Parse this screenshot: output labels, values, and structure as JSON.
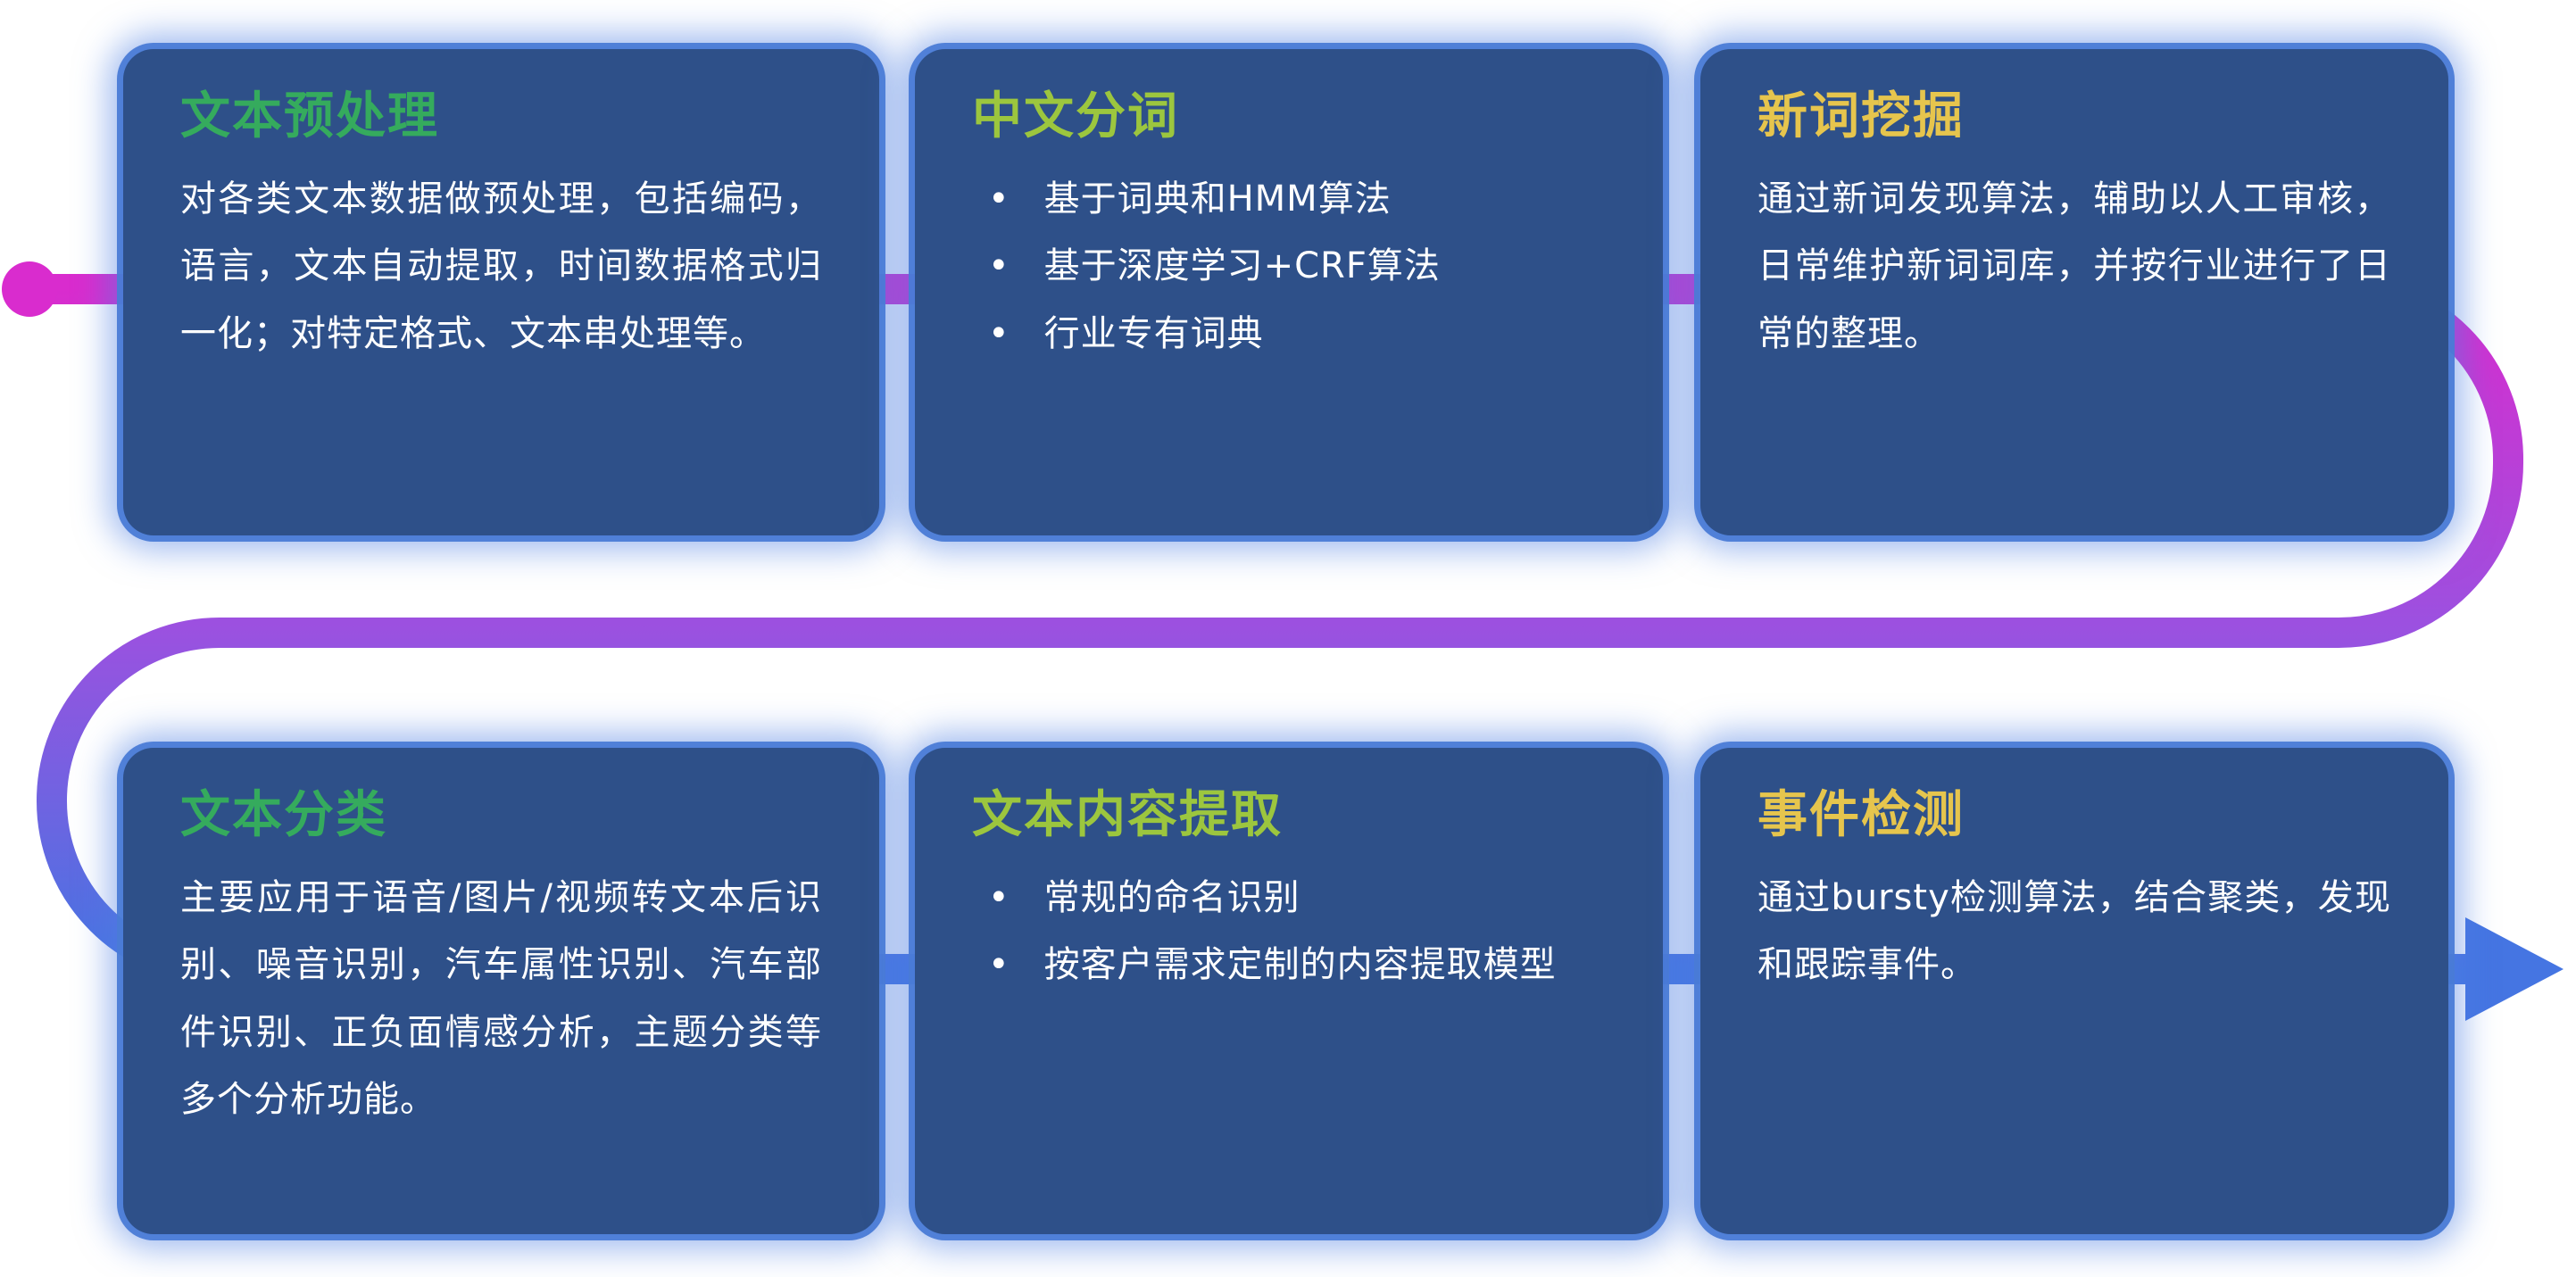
{
  "cards": [
    {
      "id": "text-preprocessing",
      "title": "文本预处理",
      "title_color": "#35ab5d",
      "body": "对各类文本数据做预处理，包括编码，语言，文本自动提取，时间数据格式归一化；对特定格式、文本串处理等。",
      "bullets": []
    },
    {
      "id": "chinese-word-segmentation",
      "title": "中文分词",
      "title_color": "#9cc63e",
      "body": "",
      "bullets": [
        "基于词典和HMM算法",
        "基于深度学习+CRF算法",
        "行业专有词典"
      ]
    },
    {
      "id": "new-word-mining",
      "title": "新词挖掘",
      "title_color": "#e6c54d",
      "body": "通过新词发现算法，辅助以人工审核，日常维护新词词库，并按行业进行了日常的整理。",
      "bullets": []
    },
    {
      "id": "text-classification",
      "title": "文本分类",
      "title_color": "#35ab5d",
      "body": "主要应用于语音/图片/视频转文本后识别、噪音识别，汽车属性识别、汽车部件识别、正负面情感分析，主题分类等多个分析功能。",
      "bullets": []
    },
    {
      "id": "text-content-extraction",
      "title": "文本内容提取",
      "title_color": "#9cc63e",
      "body": "",
      "bullets": [
        "常规的命名识别",
        "按客户需求定制的内容提取模型"
      ]
    },
    {
      "id": "event-detection",
      "title": "事件检测",
      "title_color": "#e6c54d",
      "body": "通过bursty检测算法，结合聚类，发现和跟踪事件。",
      "bullets": []
    }
  ],
  "flow": {
    "colors": {
      "start": "#d92cce",
      "mid": "#9b51e0",
      "end": "#4575e2"
    }
  },
  "card_style": {
    "background": "#2e5089",
    "glow": "#4a7bd6",
    "text": "#ffffff"
  }
}
